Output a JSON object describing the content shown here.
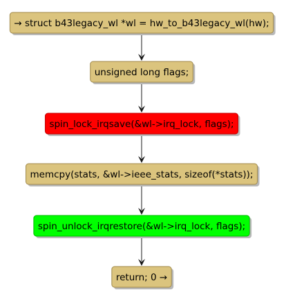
{
  "diagram": {
    "type": "flowchart",
    "colors": {
      "default_fill": "#dbc47e",
      "default_border": "#a0894a",
      "lock_fill": "#ff0000",
      "lock_border": "#c00000",
      "unlock_fill": "#00ff00",
      "unlock_border": "#00bb00",
      "text": "#000000",
      "edge": "#181818"
    },
    "nodes": [
      {
        "id": "n1",
        "label": "→ struct b43legacy_wl *wl = hw_to_b43legacy_wl(hw);",
        "style": "default"
      },
      {
        "id": "n2",
        "label": "unsigned long flags;",
        "style": "default"
      },
      {
        "id": "n3",
        "label": "spin_lock_irqsave(&wl->irq_lock, flags);",
        "style": "lock"
      },
      {
        "id": "n4",
        "label": "memcpy(stats, &wl->ieee_stats, sizeof(*stats));",
        "style": "default"
      },
      {
        "id": "n5",
        "label": "spin_unlock_irqrestore(&wl->irq_lock, flags);",
        "style": "unlock"
      },
      {
        "id": "n6",
        "label": "return; 0 →",
        "style": "default"
      }
    ],
    "edges": [
      {
        "from": "n1",
        "to": "n2"
      },
      {
        "from": "n2",
        "to": "n3"
      },
      {
        "from": "n3",
        "to": "n4"
      },
      {
        "from": "n4",
        "to": "n5"
      },
      {
        "from": "n5",
        "to": "n6"
      }
    ]
  }
}
